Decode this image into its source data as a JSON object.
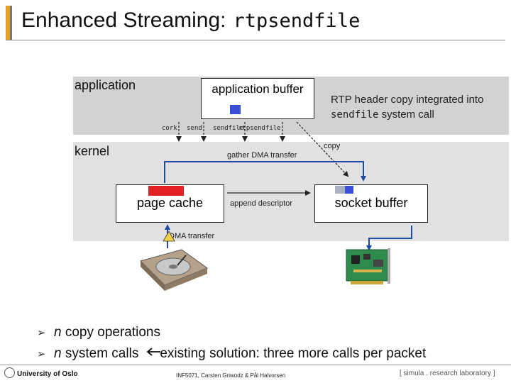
{
  "title": {
    "text": "Enhanced Streaming:",
    "code": "rtpsendfile"
  },
  "layers": {
    "application": "application",
    "kernel": "kernel"
  },
  "application_buffer": {
    "label": "application buffer"
  },
  "rtp_note": {
    "line1": "RTP header copy integrated into",
    "code": "sendfile",
    "line2_rest": " system call"
  },
  "syscalls": [
    "cork",
    "send",
    "sendfile",
    "rtpsendfile"
  ],
  "page_cache": {
    "label": "page cache"
  },
  "socket_buffer": {
    "label": "socket buffer"
  },
  "arrow_labels": {
    "copy": "copy",
    "gather": "gather DMA transfer",
    "append": "append descriptor",
    "dma": "DMA transfer"
  },
  "bullets": [
    {
      "n": "n",
      "text": " copy operations",
      "tail": ""
    },
    {
      "n": "n",
      "text": " system calls",
      "tail": "existing solution: three more calls per packet"
    }
  ],
  "footer": {
    "university": "University of Oslo",
    "center": "INF5071, Carsten Griwodz & Pål Halvorsen",
    "right": "[ simula . research laboratory ]"
  },
  "colors": {
    "red_block": "#e22222",
    "blue_block": "#3b4fd6",
    "title_accent": "#e8a02a"
  }
}
